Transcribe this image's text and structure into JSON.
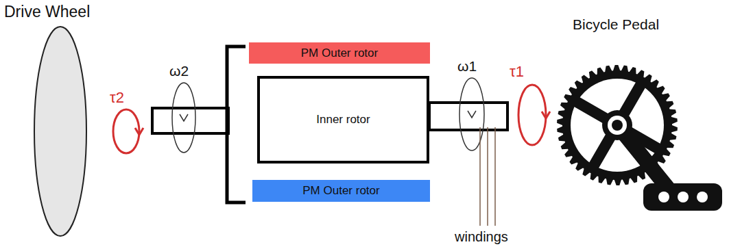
{
  "diagram": {
    "nodes": [
      {
        "text": [
          "Drive Wheel"
        ]
      },
      {
        "text": [
          "PM Outer rotor"
        ]
      },
      {
        "text": [
          "Inner rotor"
        ]
      },
      {
        "text": [
          "PM Outer rotor"
        ]
      },
      {
        "text": [
          "Bicycle Pedal"
        ]
      }
    ],
    "labels": [
      "τ2",
      "ω2",
      "ω1",
      "τ1",
      "windings"
    ]
  }
}
